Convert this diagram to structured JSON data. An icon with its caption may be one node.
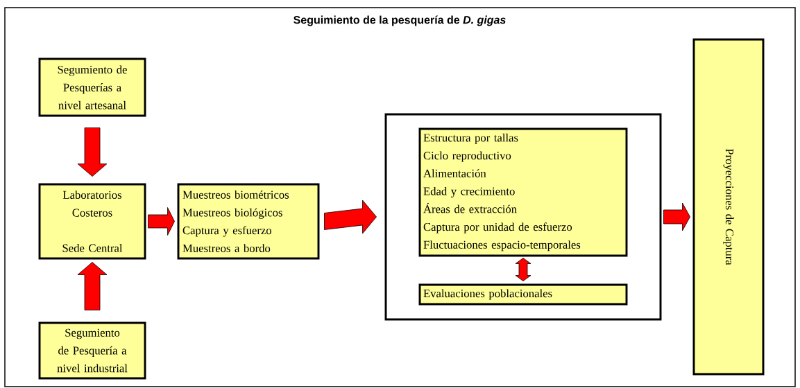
{
  "diagram": {
    "title": "Seguimiento de la pesquería de *D. gigas*",
    "nodes": [
      {
        "text": [
          "Segumiento de Pesquerías a nivel artesanal"
        ]
      },
      {
        "text": [
          "Laboratorios Costeros",
          "Sede Central"
        ]
      },
      {
        "text": [
          "Muestreos biométricos",
          "Muestreos biológicos",
          "Captura y esfuerzo",
          "Muestreos a bordo"
        ]
      },
      {
        "text": [
          "Segumiento de Pesquería a nivel industrial"
        ]
      },
      {
        "text": [],
        "shape": "box"
      },
      {
        "text": [
          "Estructura por tallas",
          "Ciclo reproductivo",
          "Alimentación",
          "Edad y crecimiento",
          "Áreas de extracción",
          "Captura por unidad de esfuerzo",
          "Fluctuaciones espacio-temporales"
        ],
        "in": 4
      },
      {
        "text": [
          "Evaluaciones poblacionales"
        ],
        "in": 4
      },
      {
        "text": [
          "Proyecciones de Captura"
        ]
      }
    ],
    "edges": [
      {
        "from": 0,
        "to": 1,
        "arrow": "to"
      },
      {
        "from": 3,
        "to": 1,
        "arrow": "to"
      },
      {
        "from": 1,
        "to": 2,
        "arrow": "to"
      },
      {
        "from": 2,
        "to": 4,
        "arrow": "to"
      },
      {
        "from": 5,
        "to": 6,
        "arrow": "both"
      },
      {
        "from": 4,
        "to": 7,
        "arrow": "to"
      }
    ]
  }
}
